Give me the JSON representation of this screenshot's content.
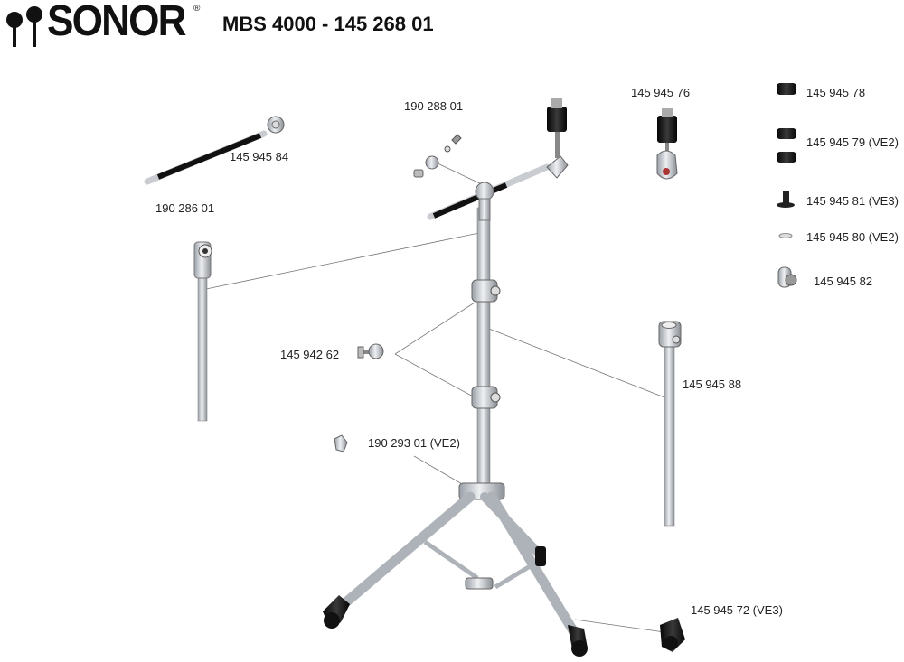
{
  "header": {
    "brand": "SONOR",
    "brand_mark": "®",
    "title": "MBS 4000 - 145 268 01"
  },
  "parts": [
    {
      "id": "p1",
      "label": "145 945 84"
    },
    {
      "id": "p2",
      "label": "190 286 01"
    },
    {
      "id": "p3",
      "label": "190 288 01"
    },
    {
      "id": "p4",
      "label": "145 945 76"
    },
    {
      "id": "p5",
      "label": "145 945 78"
    },
    {
      "id": "p6",
      "label": "145 945 79 (VE2)"
    },
    {
      "id": "p7",
      "label": "145 945 81 (VE3)"
    },
    {
      "id": "p8",
      "label": "145 945 80 (VE2)"
    },
    {
      "id": "p9",
      "label": "145 945 82"
    },
    {
      "id": "p10",
      "label": "145 942 62"
    },
    {
      "id": "p11",
      "label": "145 945 88"
    },
    {
      "id": "p12",
      "label": "190 293 01 (VE2)"
    },
    {
      "id": "p13",
      "label": "145 945 72 (VE3)"
    }
  ],
  "colors": {
    "metal": "#c9ccd1",
    "metal_dark": "#8a8f96",
    "rubber": "#1a1a1a",
    "leader": "#777777"
  }
}
